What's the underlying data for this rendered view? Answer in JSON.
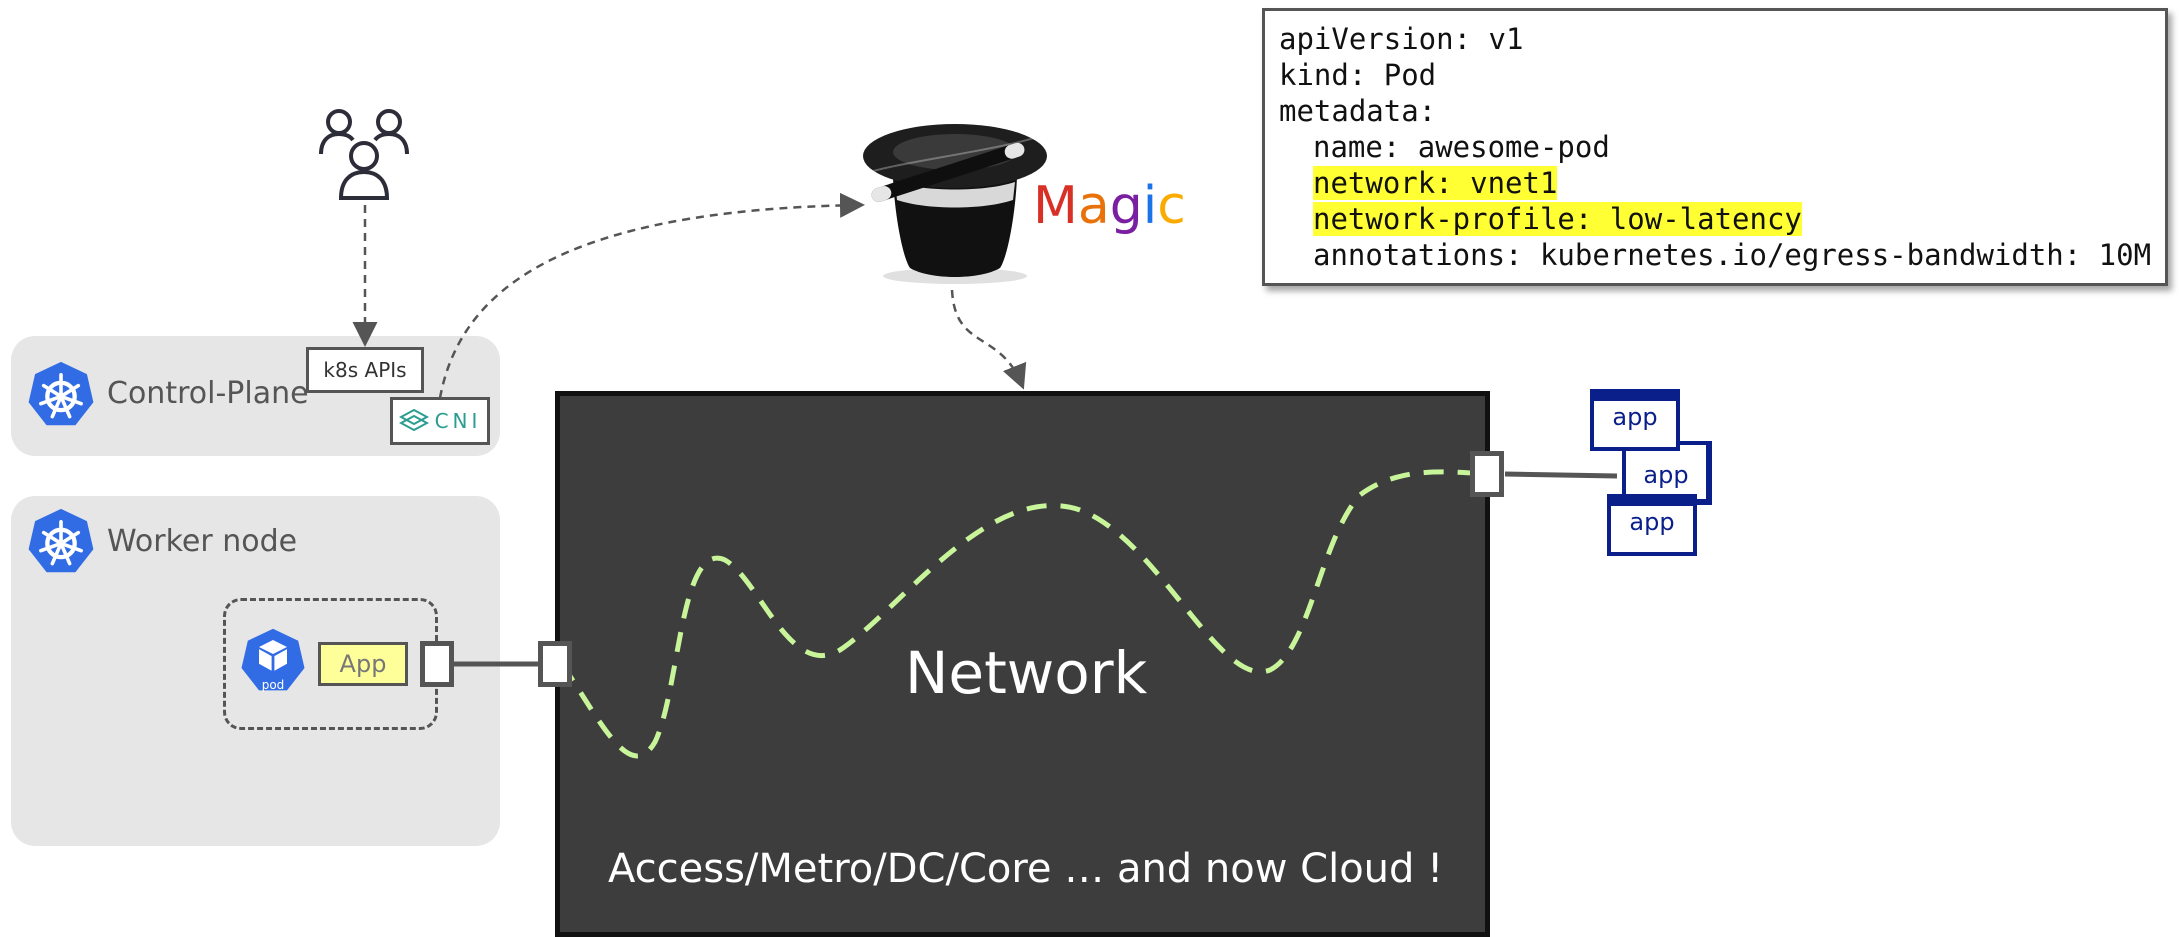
{
  "control_plane": {
    "label": "Control-Plane",
    "apis_label": "k8s APIs",
    "cni_label": "CNI"
  },
  "worker": {
    "label": "Worker node",
    "pod_label": "pod",
    "app_label": "App"
  },
  "magic": {
    "letters": [
      {
        "ch": "M",
        "color": "#d93025"
      },
      {
        "ch": "a",
        "color": "#e8710a"
      },
      {
        "ch": "g",
        "color": "#7b1fa2"
      },
      {
        "ch": "i",
        "color": "#1a73e8"
      },
      {
        "ch": "c",
        "color": "#f9ab00"
      }
    ]
  },
  "yaml": [
    {
      "text": "apiVersion: v1",
      "indent": false,
      "highlight": false
    },
    {
      "text": "kind: Pod",
      "indent": false,
      "highlight": false
    },
    {
      "text": "metadata:",
      "indent": false,
      "highlight": false
    },
    {
      "text": "name: awesome-pod",
      "indent": true,
      "highlight": false
    },
    {
      "text": "network: vnet1",
      "indent": true,
      "highlight": true
    },
    {
      "text": "network-profile: low-latency",
      "indent": true,
      "highlight": true
    },
    {
      "text": "annotations: kubernetes.io/egress-bandwidth: 10M",
      "indent": true,
      "highlight": false
    }
  ],
  "network": {
    "title": "Network",
    "subtitle": "Access/Metro/DC/Core … and now Cloud !"
  },
  "remote_apps": {
    "app1": "app",
    "app2": "app",
    "app3": "app"
  },
  "colors": {
    "panel": "#e6e6e6",
    "network_bg": "#3d3d3d",
    "path": "#c8f59a",
    "k8s_blue": "#326ce5",
    "app_blue": "#0a1f8a",
    "highlight": "#ffff33"
  }
}
